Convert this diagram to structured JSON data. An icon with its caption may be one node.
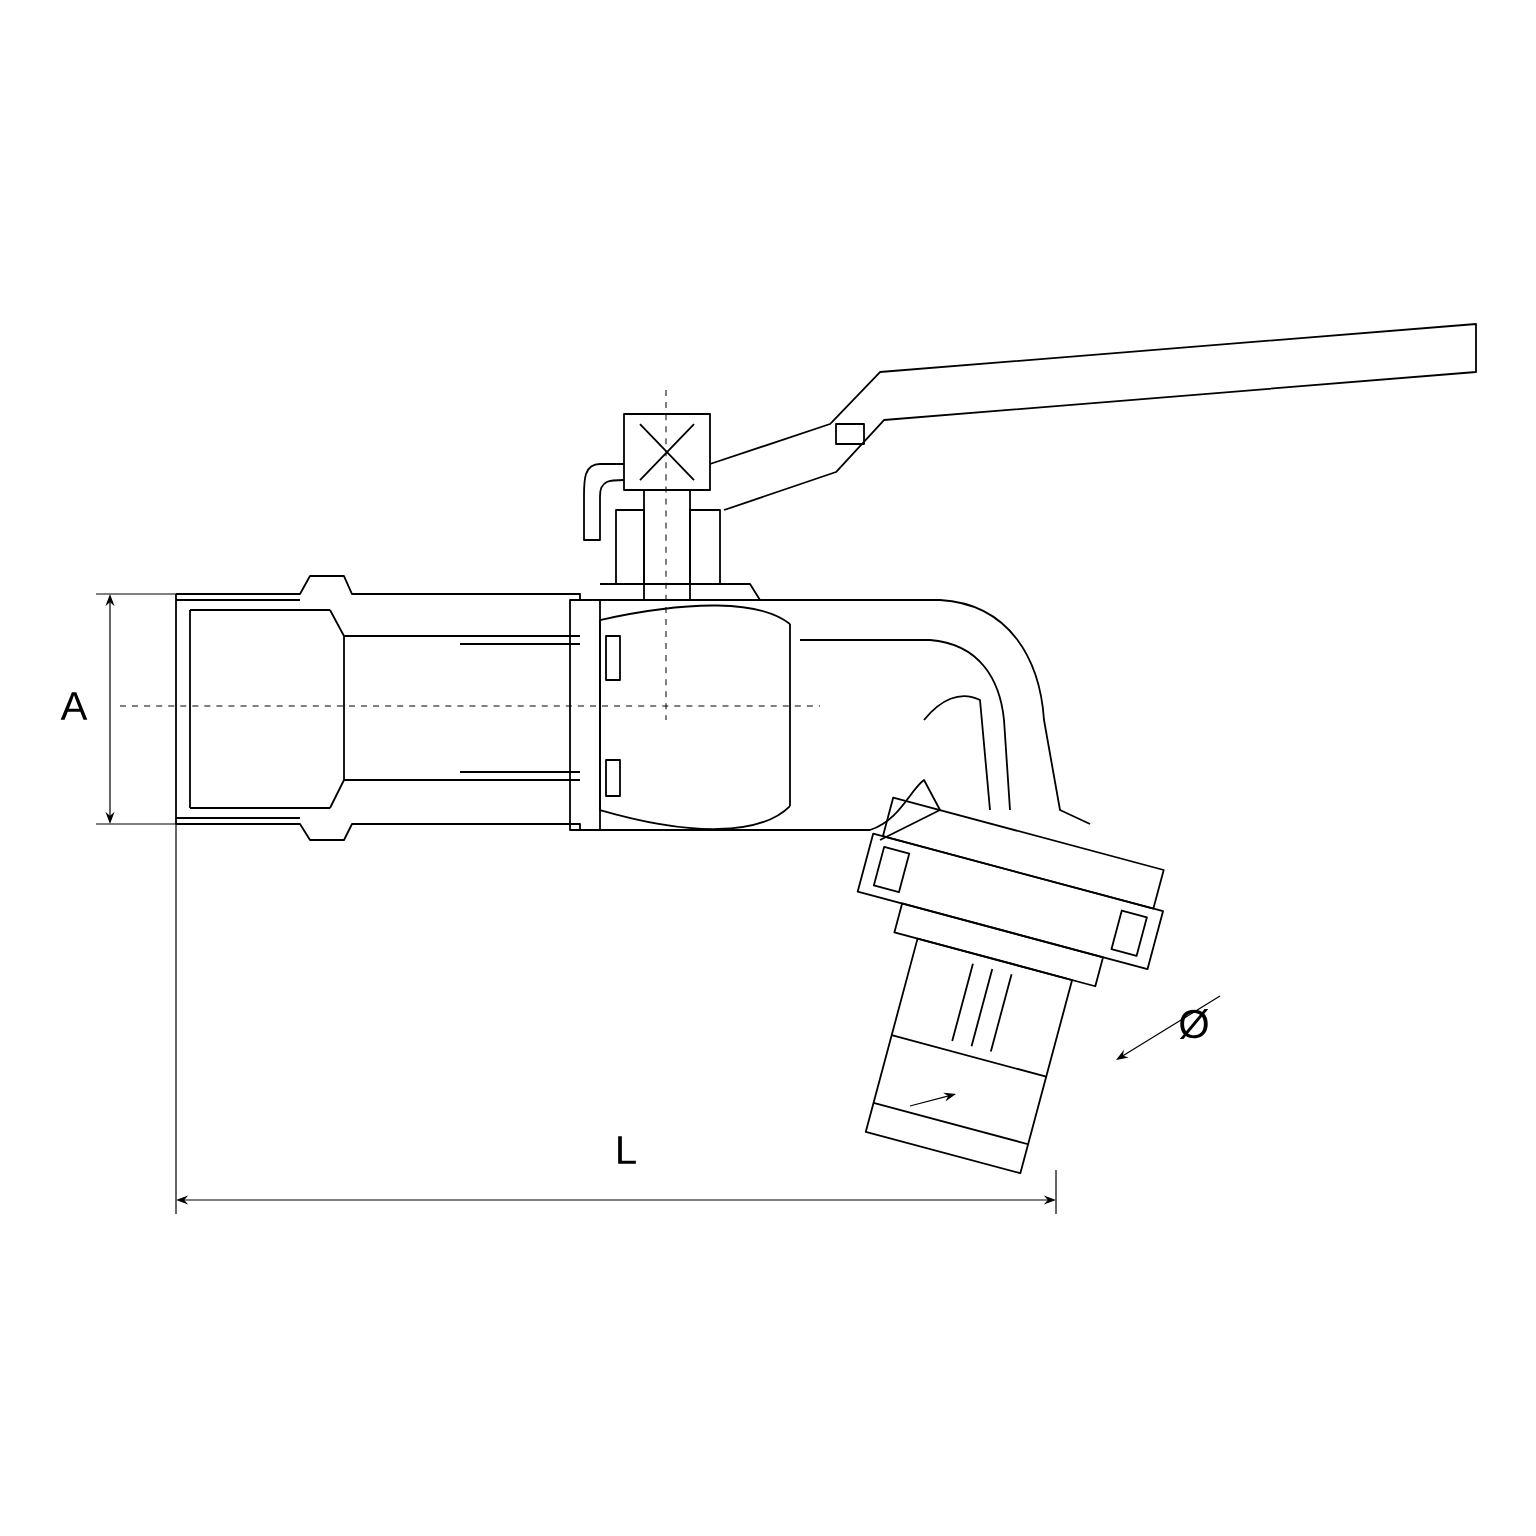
{
  "diagram": {
    "labels": [
      "A",
      "Ø",
      "L"
    ]
  }
}
